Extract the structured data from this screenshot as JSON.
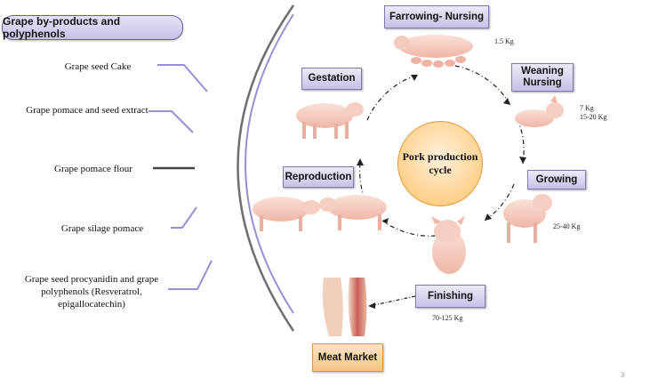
{
  "title": "Grape by-products and polyphenols",
  "byproducts": [
    "Grape seed Cake",
    "Grape pomace and seed extract",
    "Grape pomace flour",
    "Grape silage pomace",
    "Grape seed procyanidin and grape polyphenols (Resveratrol, epigallocatechin)"
  ],
  "cycle": {
    "center": "Pork production cycle",
    "stages": {
      "farrowing": "Farrowing- Nursing",
      "weaning": "Weaning Nursing",
      "growing": "Growing",
      "finishing": "Finishing",
      "reproduction": "Reproduction",
      "gestation": "Gestation"
    },
    "weights": {
      "farrowing": "1.5 Kg",
      "weaning_1": "7 Kg",
      "weaning_2": "15-20 Kg",
      "growing": "25-40 Kg",
      "finishing": "70-125 Kg"
    },
    "market": "Meat Market"
  },
  "page_number": "3",
  "colors": {
    "box_fill": "#c6c1e6",
    "box_border": "#7e7bb0",
    "connector_purple": "#9a8fd6",
    "connector_dark": "#444444",
    "center_fill": "#ffd08a",
    "market_fill": "#f3c485",
    "pig_pink": "#f6c9bd"
  }
}
